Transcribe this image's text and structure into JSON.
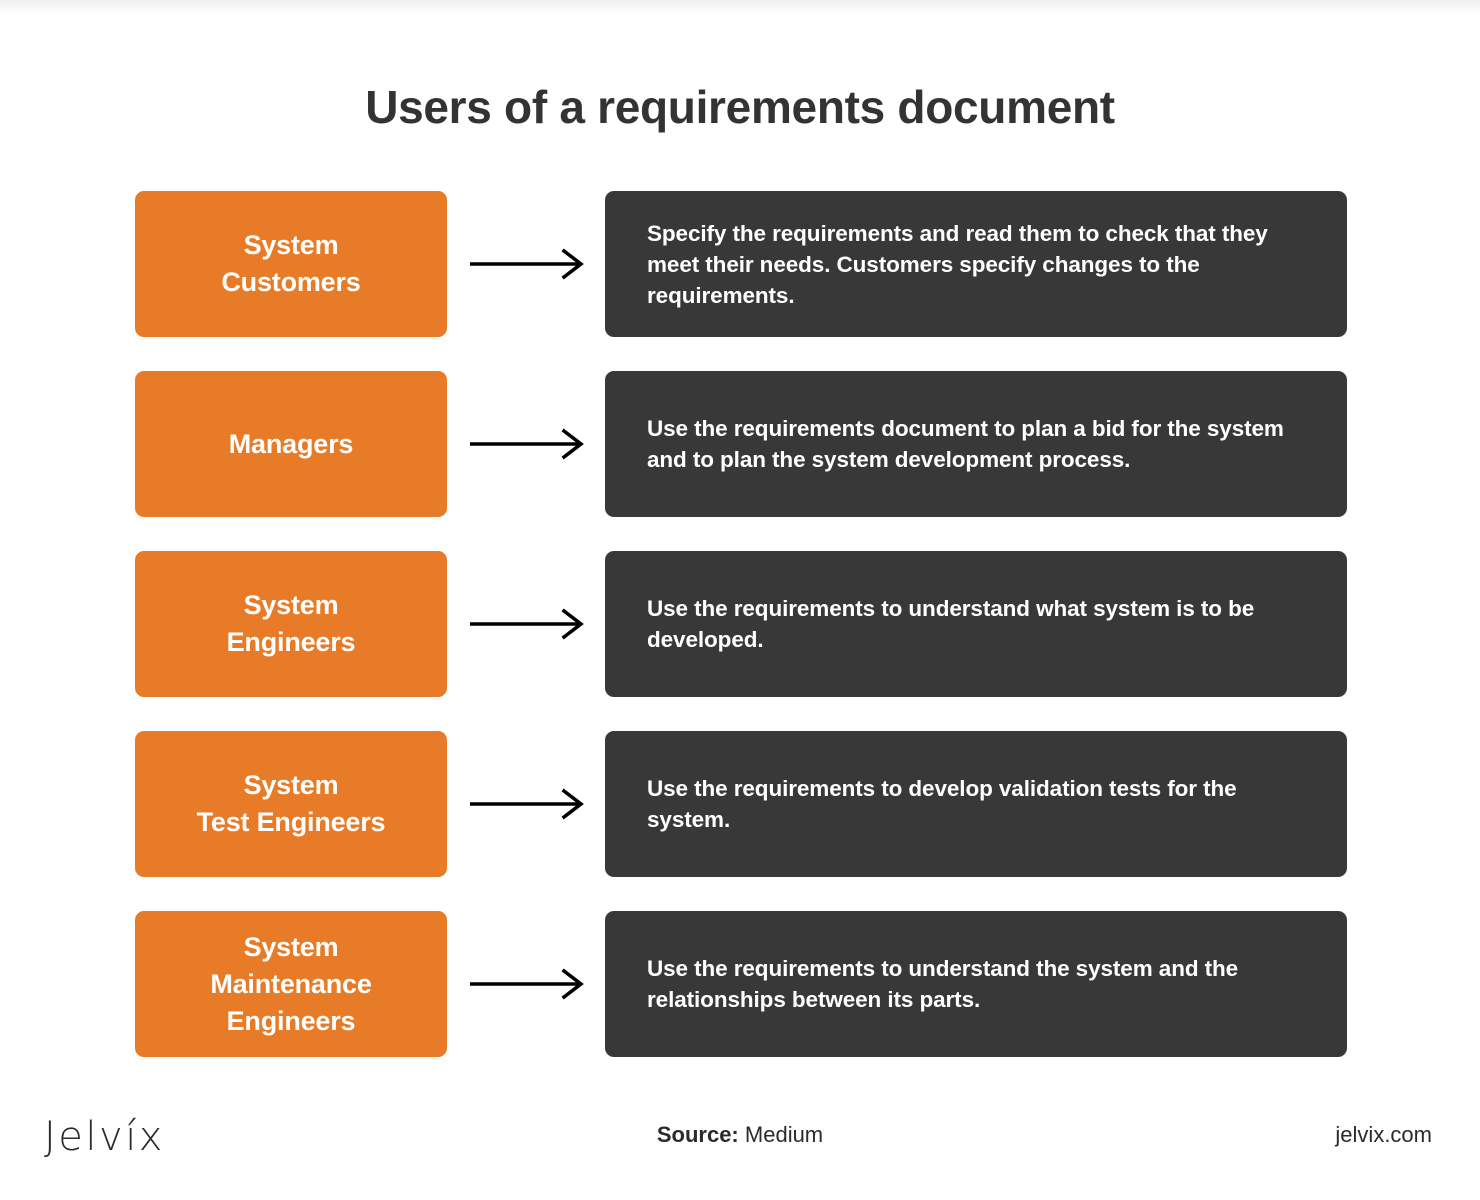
{
  "title": "Users of a requirements document",
  "colors": {
    "role_box": "#E87B27",
    "desc_box": "#383838",
    "title_text": "#333333",
    "arrow": "#000000",
    "page_background": "#FFFFFF"
  },
  "rows": [
    {
      "role": "System\nCustomers",
      "arrow_icon": "arrow-right-icon",
      "description": "Specify the requirements and read them to check that they meet their needs. Customers specify changes to the requirements."
    },
    {
      "role": "Managers",
      "arrow_icon": "arrow-right-icon",
      "description": "Use the requirements document to plan a bid for the system and to plan the system development process."
    },
    {
      "role": "System\nEngineers",
      "arrow_icon": "arrow-right-icon",
      "description": "Use the requirements to understand what system is to be developed."
    },
    {
      "role": "System\nTest Engineers",
      "arrow_icon": "arrow-right-icon",
      "description": "Use the requirements to develop validation tests for the system."
    },
    {
      "role": "System\nMaintenance\nEngineers",
      "arrow_icon": "arrow-right-icon",
      "description": "Use the requirements to understand the system and the relationships between its parts."
    }
  ],
  "footer": {
    "logo": "Jelvíx",
    "source_label": "Source:",
    "source_value": "Medium",
    "website": "jelvix.com"
  }
}
